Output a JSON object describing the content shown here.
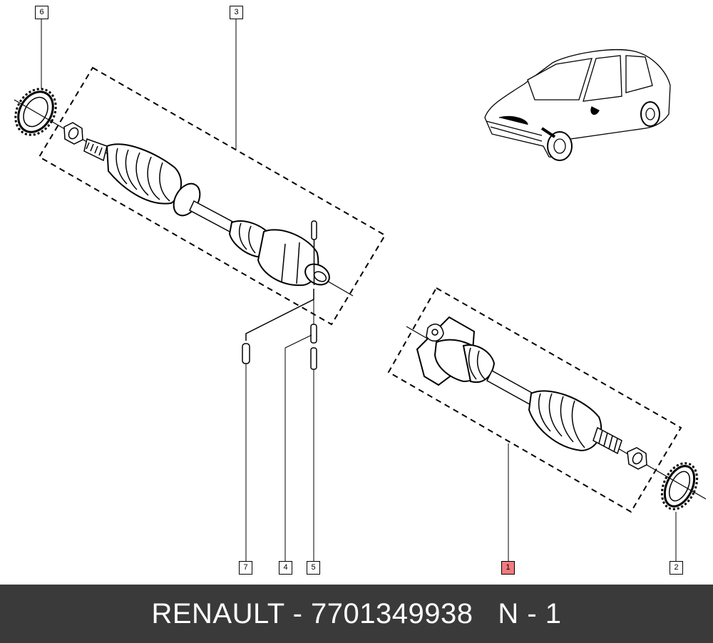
{
  "diagram": {
    "callouts": {
      "c1": "1",
      "c2": "2",
      "c3": "3",
      "c4": "4",
      "c5": "5",
      "c6": "6",
      "c7": "7"
    },
    "highlight_color": "#f07a7f",
    "line_color": "#000000"
  },
  "footer": {
    "text": "RENAULT - 7701349938   N - 1",
    "background": "#3a3a3a"
  }
}
